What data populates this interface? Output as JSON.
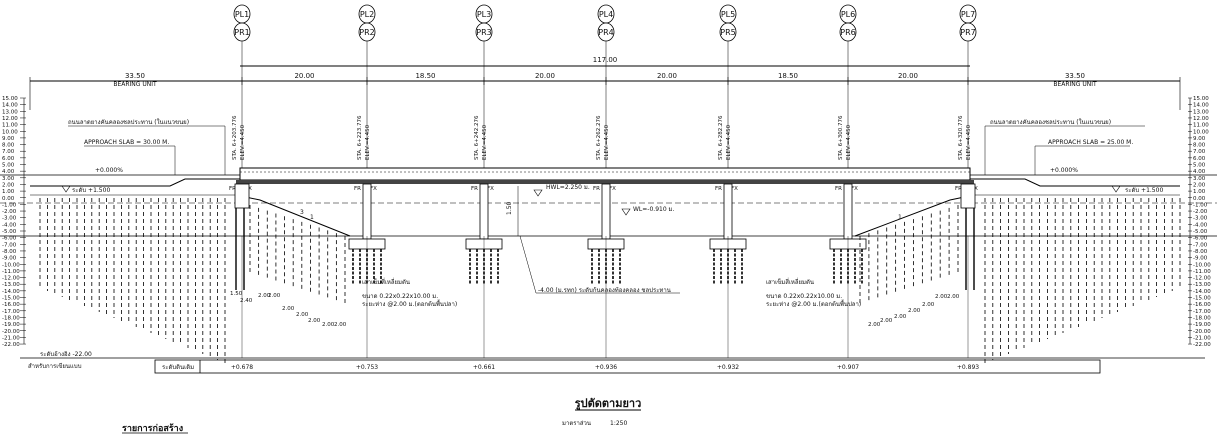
{
  "piers": [
    {
      "top": "PL1",
      "bottom": "PR1",
      "sta": "STA. 6+203.776",
      "elev": "ELEV.=4.450"
    },
    {
      "top": "PL2",
      "bottom": "PR2",
      "sta": "STA. 6+223.776",
      "elev": "ELEV.=4.450"
    },
    {
      "top": "PL3",
      "bottom": "PR3",
      "sta": "STA. 6+242.276",
      "elev": "ELEV.=4.450"
    },
    {
      "top": "PL4",
      "bottom": "PR4",
      "sta": "STA. 6+262.276",
      "elev": "ELEV.=4.450"
    },
    {
      "top": "PL5",
      "bottom": "PR5",
      "sta": "STA. 6+282.276",
      "elev": "ELEV.=4.450"
    },
    {
      "top": "PL6",
      "bottom": "PR6",
      "sta": "STA. 6+300.776",
      "elev": "ELEV.=4.450"
    },
    {
      "top": "PL7",
      "bottom": "PR7",
      "sta": "STA. 6+320.776",
      "elev": "ELEV.=4.450"
    }
  ],
  "dims": {
    "total": "117.00",
    "spans": [
      "20.00",
      "18.50",
      "20.00",
      "20.00",
      "18.50",
      "20.00"
    ],
    "bearing_left": "33.50",
    "bearing_right": "33.50",
    "bearing_unit": "BEARING UNIT"
  },
  "notes": {
    "road_left": "ถนนลาดยางคันคลองชลประทาน (ในแนวขนย)",
    "road_right": "ถนนลาดยางคันคลองชลประทาน (ในแนวขนย)",
    "approach_left": "APPROACH SLAB = 30.00 M.",
    "approach_right": "APPROACH SLAB = 25.00 M.",
    "grade_left": "+0.000%",
    "grade_right": "+0.000%",
    "level_left": "ระดับ +1.500",
    "level_right": "ระดับ +1.500",
    "hwl": "HWL=2.250 ม.",
    "wl": "WL=-0.910 ม.",
    "dim_150": "1.50",
    "canal_bottom": "-4.00 (ม.รทก) ระดับก้นคลองท้องคลอง ชลประทาน",
    "pile_title": "เสาเข็มสี่เหลี่ยมตัน",
    "pile_size": "ขนาด 0.22x0.22x10.00 ม.",
    "pile_spacing": "ระยะห่าง @2.00 ม.(ตอกต้นพื้นปลา)",
    "fr": "FR",
    "fx": "FX",
    "slope": "3",
    "slope_run": "1",
    "dim_200": "2.00",
    "dim_240": "2.40",
    "dim_150b": "1.50"
  },
  "axis": {
    "ticks": [
      "15.00",
      "14.00",
      "13.00",
      "12.00",
      "11.00",
      "10.00",
      "9.00",
      "8.00",
      "7.00",
      "6.00",
      "5.00",
      "4.00",
      "3.00",
      "2.00",
      "1.00",
      "0.00",
      "-1.00",
      "-2.00",
      "-3.00",
      "-4.00",
      "-5.00",
      "-6.00",
      "-7.00",
      "-8.00",
      "-9.00",
      "-10.00",
      "-11.00",
      "-12.00",
      "-13.00",
      "-14.00",
      "-15.00",
      "-16.00",
      "-17.00",
      "-18.00",
      "-19.00",
      "-20.00",
      "-21.00",
      "-22.00"
    ]
  },
  "table": {
    "datum": "ระดับอ้างอิง -22.00",
    "row_label": "สำหรับการเขียนแบบ",
    "cell_label": "ระดับดินเดิม",
    "values": [
      "+0.678",
      "+0.753",
      "+0.661",
      "+0.936",
      "+0.932",
      "+0.907",
      "+0.893"
    ]
  },
  "footer": {
    "title": "รูปตัดตามยาว",
    "scale_label": "มาตราส่วน",
    "scale_value": "1:250",
    "list_title": "รายการก่อสร้าง"
  }
}
